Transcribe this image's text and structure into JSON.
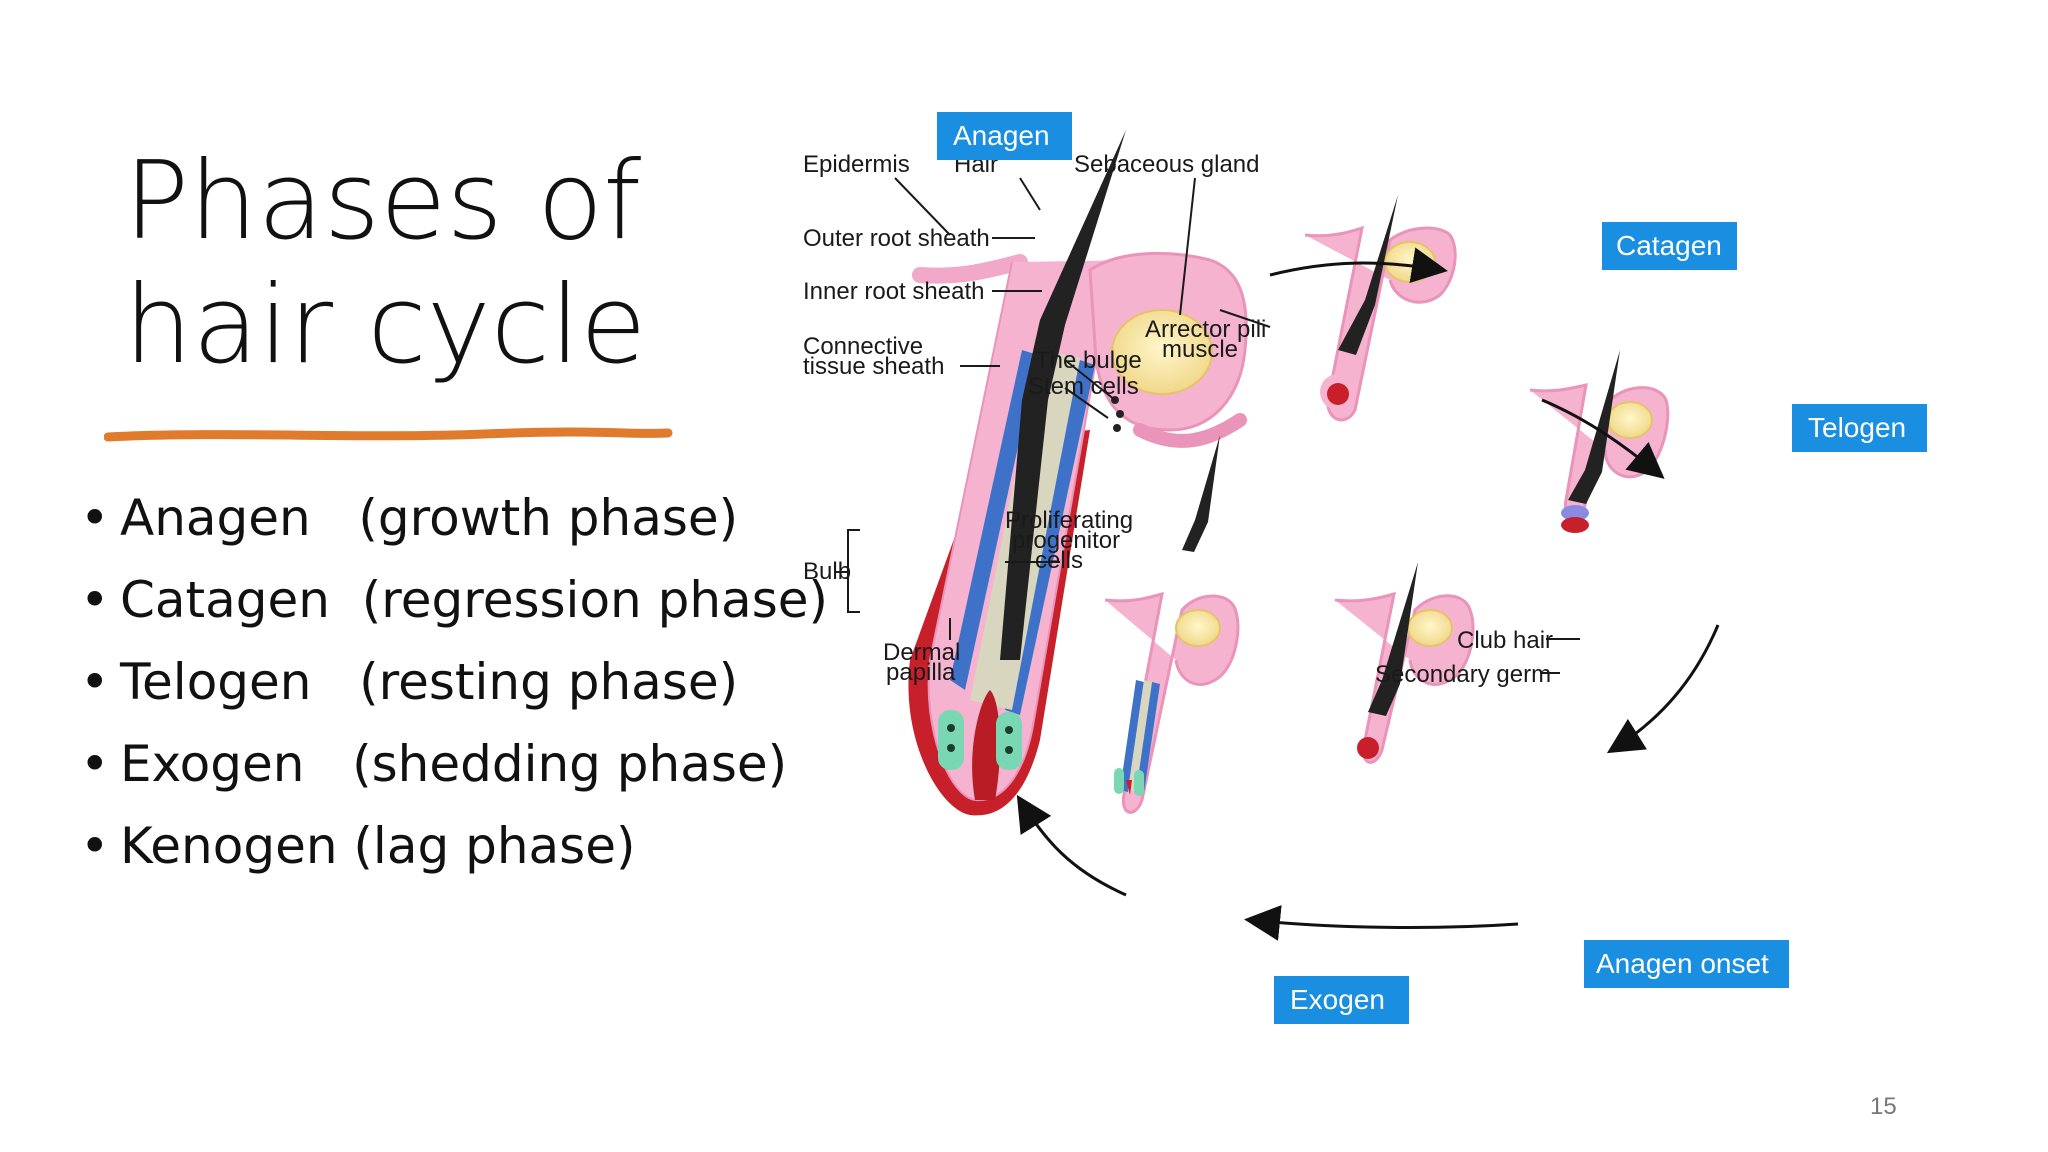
{
  "slide": {
    "title_line1": "Phases of",
    "title_line2": "hair cycle",
    "accent_color": "#e07b2e",
    "page_number": "15",
    "bullets": [
      {
        "text": "Anagen   (growth phase)"
      },
      {
        "text": "Catagen  (regression phase)"
      },
      {
        "text": "Telogen   (resting phase)"
      },
      {
        "text": "Exogen   (shedding phase)"
      },
      {
        "text": "Kenogen (lag phase)"
      }
    ]
  },
  "diagram": {
    "phase_box_color": "#1a8ee0",
    "phases": {
      "anagen": "Anagen",
      "catagen": "Catagen",
      "telogen": "Telogen",
      "anagen_onset": "Anagen onset",
      "exogen": "Exogen"
    },
    "labels": {
      "epidermis": "Epidermis",
      "hair": "Hair",
      "sebaceous_gland": "Sebaceous gland",
      "outer_root_sheath": "Outer root sheath",
      "inner_root_sheath": "Inner root sheath",
      "connective_1": "Connective",
      "connective_2": "tissue sheath",
      "arrector_1": "Arrector pili",
      "arrector_2": "muscle",
      "bulge": "The bulge",
      "stem_cells": "Stem cells",
      "prolif_1": "Proliferating",
      "prolif_2": "progenitor",
      "prolif_3": "cells",
      "bulb": "Bulb",
      "dermal_1": "Dermal",
      "dermal_2": "papilla",
      "club_hair": "Club hair",
      "secondary_germ": "Secondary germ"
    }
  }
}
